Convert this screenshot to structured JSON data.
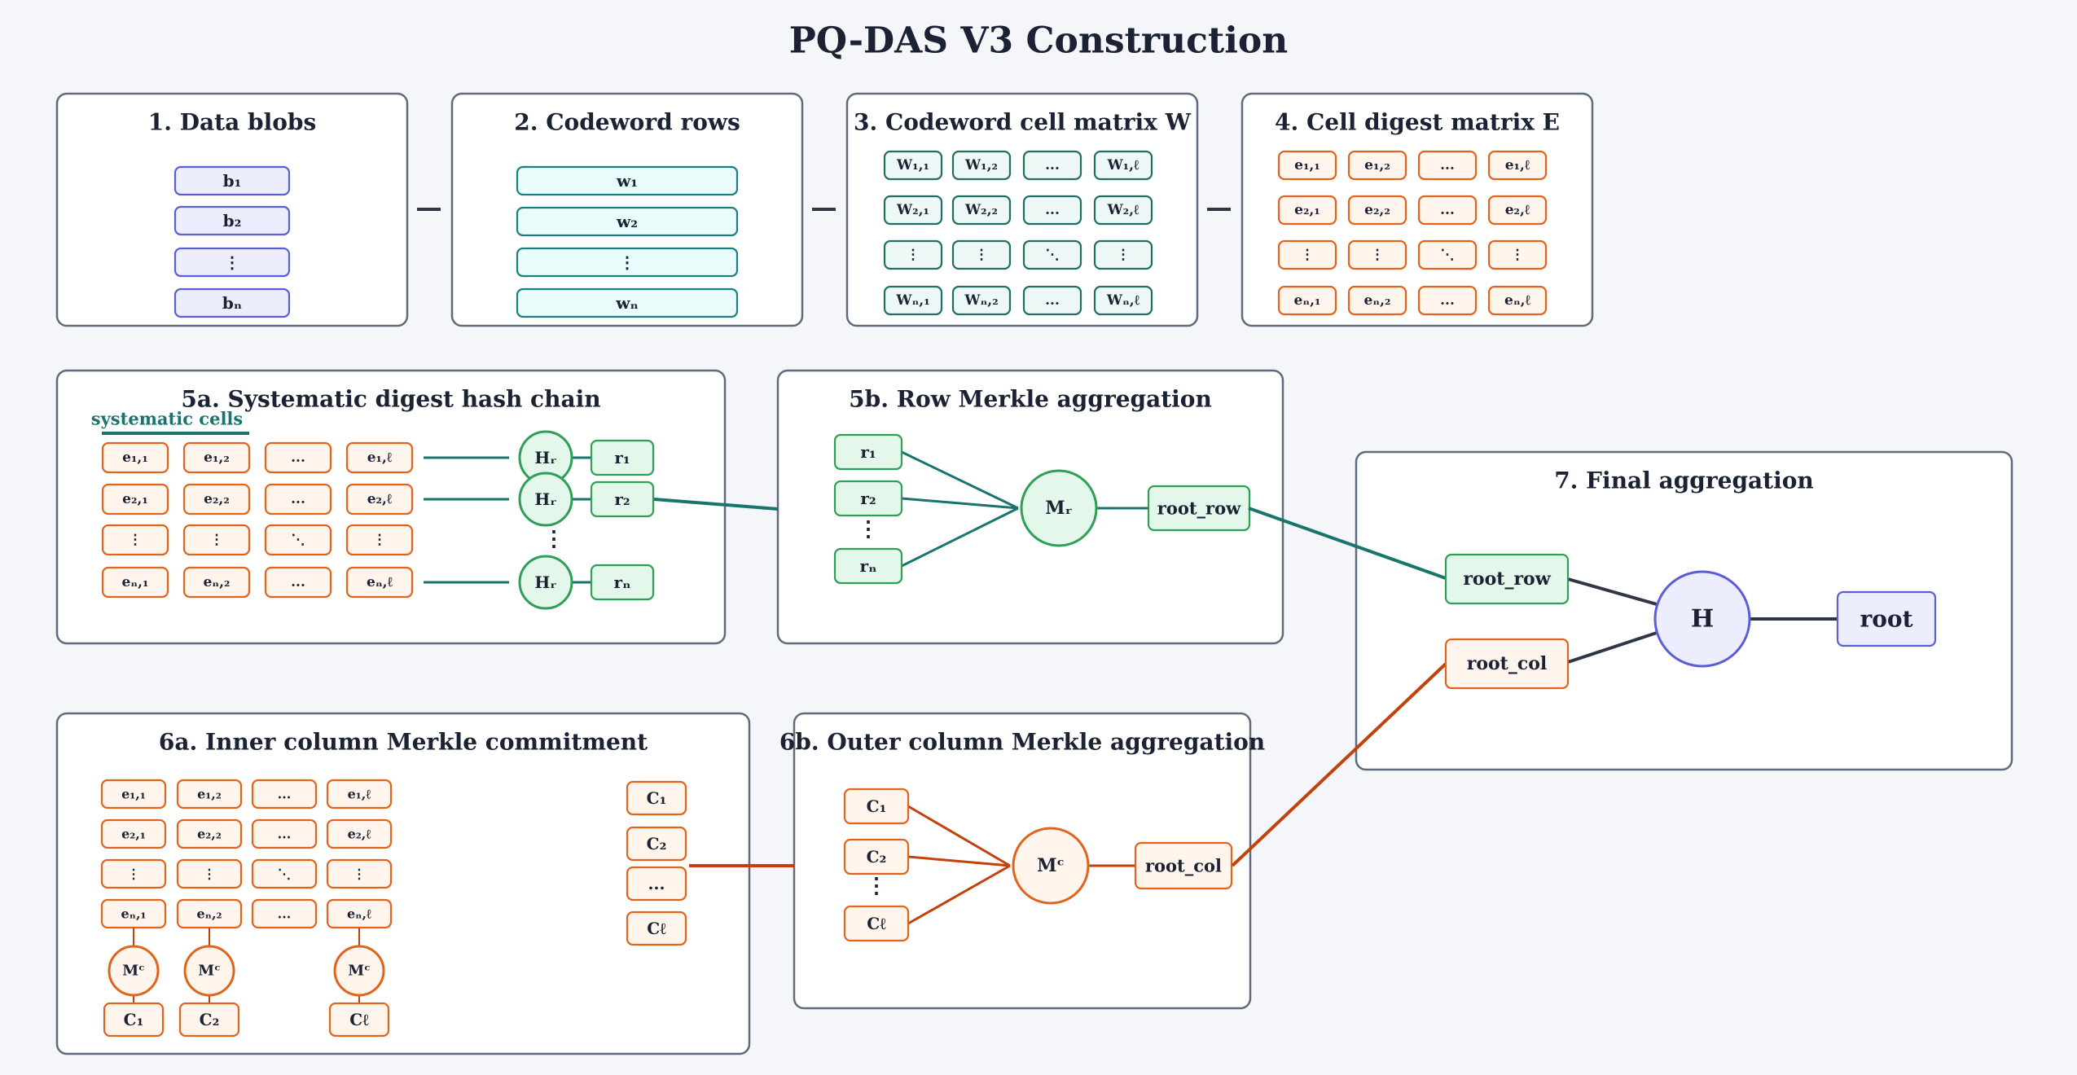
{
  "title": "PQ-DAS V3 Construction",
  "panels": {
    "p1": {
      "title": "1. Data blobs",
      "items": [
        "b₁",
        "b₂",
        "⋮",
        "bₙ"
      ]
    },
    "p2": {
      "title": "2. Codeword rows",
      "items": [
        "w₁",
        "w₂",
        "⋮",
        "wₙ"
      ]
    },
    "p3": {
      "title": "3. Codeword cell matrix W",
      "rows": [
        [
          "W₁,₁",
          "W₁,₂",
          "...",
          "W₁,ℓ"
        ],
        [
          "W₂,₁",
          "W₂,₂",
          "...",
          "W₂,ℓ"
        ],
        [
          "⋮",
          "⋮",
          "⋱",
          "⋮"
        ],
        [
          "Wₙ,₁",
          "Wₙ,₂",
          "...",
          "Wₙ,ℓ"
        ]
      ]
    },
    "p4": {
      "title": "4. Cell digest matrix E",
      "rows": [
        [
          "e₁,₁",
          "e₁,₂",
          "...",
          "e₁,ℓ"
        ],
        [
          "e₂,₁",
          "e₂,₂",
          "...",
          "e₂,ℓ"
        ],
        [
          "⋮",
          "⋮",
          "⋱",
          "⋮"
        ],
        [
          "eₙ,₁",
          "eₙ,₂",
          "...",
          "eₙ,ℓ"
        ]
      ]
    },
    "p5a": {
      "title": "5a. Systematic digest hash chain",
      "label": "systematic cells",
      "rows": [
        [
          "e₁,₁",
          "e₁,₂",
          "...",
          "e₁,ℓ"
        ],
        [
          "e₂,₁",
          "e₂,₂",
          "...",
          "e₂,ℓ"
        ],
        [
          "⋮",
          "⋮",
          "⋱",
          "⋮"
        ],
        [
          "eₙ,₁",
          "eₙ,₂",
          "...",
          "eₙ,ℓ"
        ]
      ],
      "hash": "Hᵣ",
      "outputs": [
        "r₁",
        "r₂",
        "rₙ"
      ],
      "dots": "⋮"
    },
    "p5b": {
      "title": "5b. Row Merkle aggregation",
      "inputs": [
        "r₁",
        "r₂",
        "rₙ"
      ],
      "dots": "⋮",
      "node": "Mᵣ",
      "output": "root_row"
    },
    "p6a": {
      "title": "6a. Inner column Merkle commitment",
      "rows": [
        [
          "e₁,₁",
          "e₁,₂",
          "...",
          "e₁,ℓ"
        ],
        [
          "e₂,₁",
          "e₂,₂",
          "...",
          "e₂,ℓ"
        ],
        [
          "⋮",
          "⋮",
          "⋱",
          "⋮"
        ],
        [
          "eₙ,₁",
          "eₙ,₂",
          "...",
          "eₙ,ℓ"
        ]
      ],
      "node": "Mᶜ",
      "col_outputs": [
        "C₁",
        "C₂",
        "Cℓ"
      ],
      "stack": [
        "C₁",
        "C₂",
        "...",
        "Cℓ"
      ]
    },
    "p6b": {
      "title": "6b. Outer column Merkle aggregation",
      "inputs": [
        "C₁",
        "C₂",
        "Cℓ"
      ],
      "dots": "⋮",
      "node": "Mᶜ",
      "output": "root_col"
    },
    "p7": {
      "title": "7. Final aggregation",
      "in_row": "root_row",
      "in_col": "root_col",
      "node": "H",
      "output": "root"
    }
  },
  "colors": {
    "panel_border": "#5f6b7d",
    "blue_fill": "#eceefd",
    "blue_stroke": "#5b5fd6",
    "cyan_fill": "#e9fbfa",
    "cyan_stroke": "#1b7f7f",
    "teal_fill": "#eef8f6",
    "teal_stroke": "#1f6f63",
    "orange_fill": "#fff5ec",
    "orange_stroke": "#e0641c",
    "green_fill": "#e3f8ea",
    "green_stroke": "#2f9e56",
    "teal_line": "#17756d",
    "orange_line": "#c2410c",
    "dark_line": "#2f3747"
  }
}
